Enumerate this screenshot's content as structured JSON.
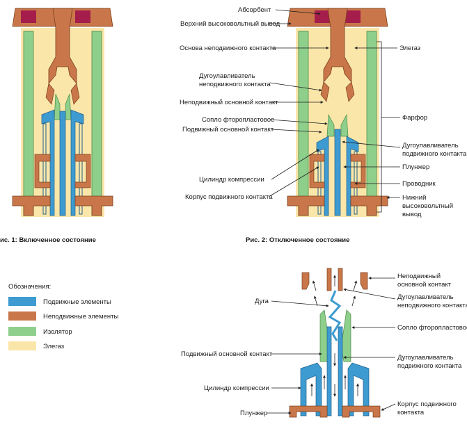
{
  "colors": {
    "moving": "#3d9bd1",
    "fixed": "#c9774a",
    "insulator": "#8fcf8c",
    "gas": "#fbe6aa",
    "absorbent": "#a51d4b"
  },
  "figure1": {
    "caption": "ис. 1: Включенное состояние"
  },
  "figure2": {
    "caption": "Рис. 2: Отключенное состояние",
    "labels_left": {
      "absorbent": "Абсорбент",
      "upper_terminal": "Верхний высоковольтный вывод",
      "fixed_contact_base": "Основа неподвижного контакта",
      "fixed_arc_contact_1": "Дугоулавливатель",
      "fixed_arc_contact_2": "неподвижного контакта",
      "fixed_main_contact": "Неподвижный основной контакт",
      "ptfe_nozzle": "Сопло фторопластовое",
      "moving_main_contact": "Подвижный основной контакт",
      "compression_cylinder": "Цилиндр компрессии",
      "moving_contact_body": "Корпус подвижного контакта"
    },
    "labels_right": {
      "sf6": "Элегаз",
      "porcelain": "Фарфор",
      "moving_arc_contact_1": "Дугоулавливатель",
      "moving_arc_contact_2": "подвижного контакта",
      "plunger": "Плунжер",
      "conductor": "Проводник",
      "lower_terminal_1": "Нижний",
      "lower_terminal_2": "высоковольтный",
      "lower_terminal_3": "вывод"
    }
  },
  "legend": {
    "title": "Обозначения:",
    "items": [
      {
        "label": "Подвижные элементы",
        "color": "#3d9bd1"
      },
      {
        "label": "Неподвижные элементы",
        "color": "#c9774a"
      },
      {
        "label": "Изолятор",
        "color": "#8fcf8c"
      },
      {
        "label": "Элегаз",
        "color": "#fbe6aa"
      }
    ]
  },
  "figure3": {
    "labels_left": {
      "arc": "Дуга",
      "moving_main_contact": "Подвижный основной контакт",
      "compression_cylinder": "Цилиндр компрессии",
      "plunger": "Плунжер"
    },
    "labels_right": {
      "fixed_main_contact_1": "Неподвижный",
      "fixed_main_contact_2": "основной контакт",
      "fixed_arc_contact_1": "Дугоулавливатель",
      "fixed_arc_contact_2": "неподвижного контакта",
      "ptfe_nozzle": "Сопло фторопластовое",
      "moving_arc_contact_1": "Дугоулавливатель",
      "moving_arc_contact_2": "подвижного контакта",
      "moving_body_1": "Корпус подвижного",
      "moving_body_2": "контакта"
    }
  }
}
